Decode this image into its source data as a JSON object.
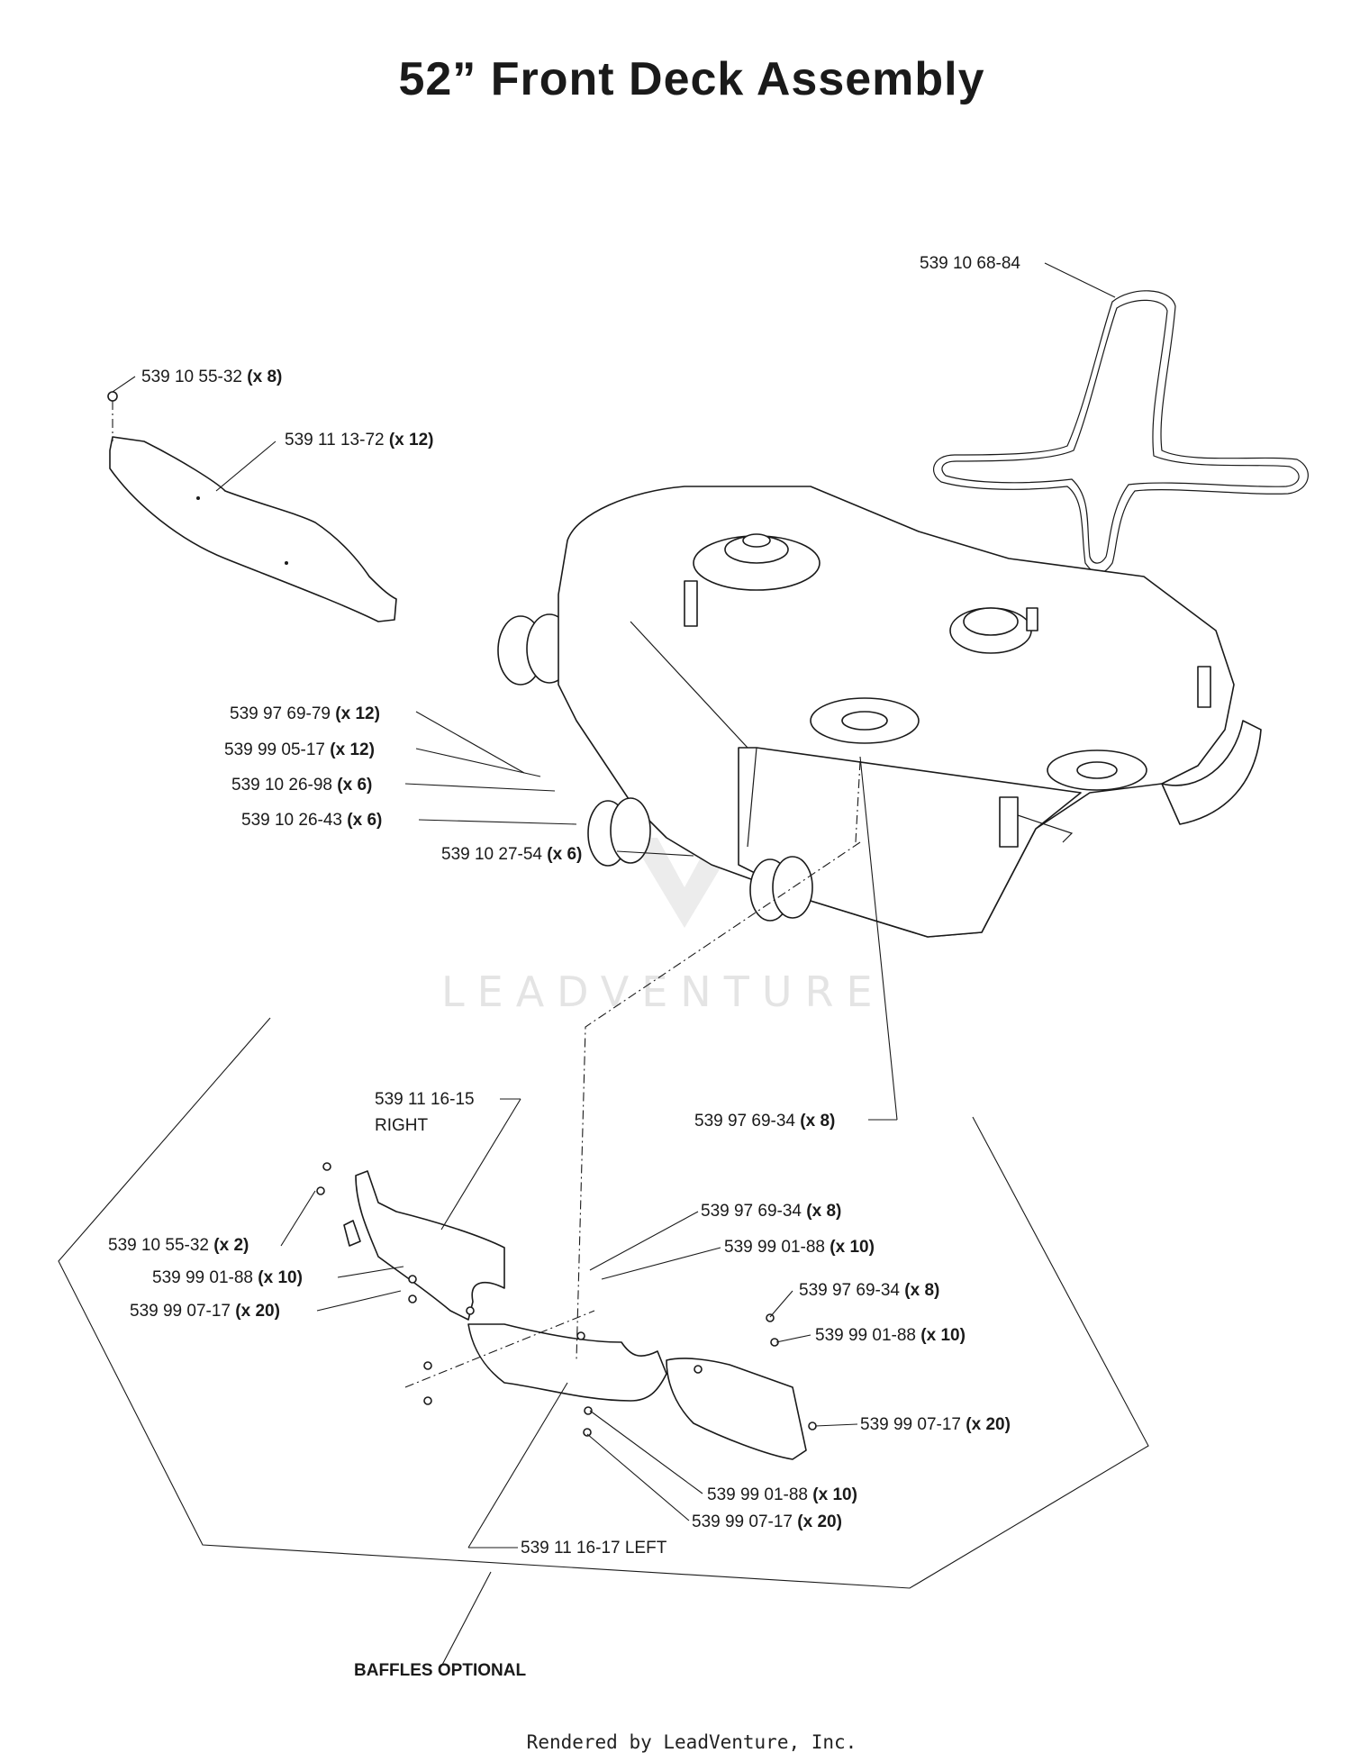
{
  "title": "52” Front Deck Assembly",
  "watermark": "LEADVENTURE",
  "footer": "Rendered by LeadVenture, Inc.",
  "callouts": {
    "belt": {
      "part": "539 10 68-84",
      "qty": ""
    },
    "bolt_top": {
      "part": "539 10 55-32",
      "qty": "(x 8)"
    },
    "blade_shield": {
      "part": "539 11 13-72",
      "qty": "(x 12)"
    },
    "bolt_a": {
      "part": "539 97 69-79",
      "qty": "(x 12)"
    },
    "washer_a": {
      "part": "539 99 05-17",
      "qty": "(x 12)"
    },
    "spacer": {
      "part": "539 10 26-98",
      "qty": "(x 6)"
    },
    "wheel": {
      "part": "539 10 26-43",
      "qty": "(x 6)"
    },
    "axle_bolt": {
      "part": "539 10 27-54",
      "qty": "(x 6)"
    },
    "baffle_right": {
      "part": "539 11 16-15",
      "qty": "",
      "note": "RIGHT"
    },
    "bolt_deck": {
      "part": "539 97 69-34",
      "qty": "(x 8)"
    },
    "bolt_b1": {
      "part": "539 10 55-32",
      "qty": "(x 2)"
    },
    "washer_b1": {
      "part": "539 99 01-88",
      "qty": "(x 10)"
    },
    "nut_b1": {
      "part": "539 99 07-17",
      "qty": "(x 20)"
    },
    "bolt_b2": {
      "part": "539 97 69-34",
      "qty": "(x 8)"
    },
    "washer_b2": {
      "part": "539 99 01-88",
      "qty": "(x 10)"
    },
    "bolt_b3": {
      "part": "539 97 69-34",
      "qty": "(x 8)"
    },
    "washer_b3": {
      "part": "539 99 01-88",
      "qty": "(x 10)"
    },
    "nut_b3": {
      "part": "539 99 07-17",
      "qty": "(x 20)"
    },
    "washer_b4": {
      "part": "539 99 01-88",
      "qty": "(x 10)"
    },
    "nut_b4": {
      "part": "539 99 07-17",
      "qty": "(x 20)"
    },
    "baffle_left": {
      "part": "539 11 16-17 LEFT",
      "qty": ""
    }
  },
  "baffles_note": "BAFFLES OPTIONAL"
}
